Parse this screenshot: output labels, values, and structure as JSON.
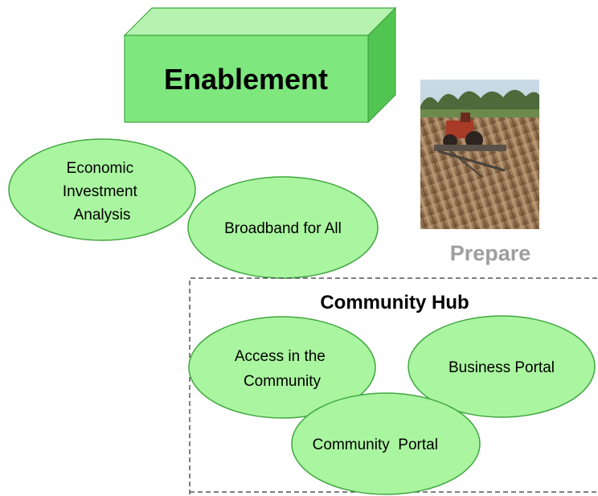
{
  "header": {
    "title": "Enablement"
  },
  "photo": {
    "caption": "Prepare"
  },
  "nodes": {
    "economic": [
      "Economic",
      "Investment",
      "Analysis"
    ],
    "broadband": [
      "Broadband for All"
    ],
    "access": [
      "Access in the",
      "Community"
    ],
    "business": [
      "Business Portal"
    ],
    "portal": [
      "Community  Portal"
    ]
  },
  "hub": {
    "title": "Community Hub"
  },
  "colors": {
    "ellipse_fill": "#aaf5a0",
    "ellipse_stroke": "#3fa63f",
    "box_front": "#7ee77e",
    "box_top": "#b6f3b0",
    "box_side": "#52c452",
    "prepare_text": "#9e9e9e"
  }
}
